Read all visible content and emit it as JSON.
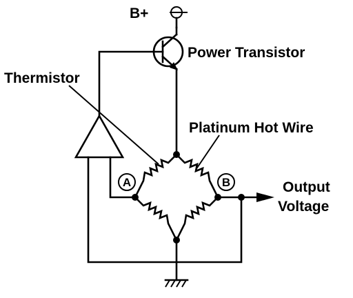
{
  "labels": {
    "supply": "B+",
    "power_transistor": "Power Transistor",
    "thermistor": "Thermistor",
    "platinum_hot_wire": "Platinum Hot Wire",
    "node_a": "A",
    "node_b": "B",
    "output_line1": "Output",
    "output_line2": "Voltage"
  },
  "colors": {
    "ink": "#000000",
    "background": "#ffffff"
  }
}
